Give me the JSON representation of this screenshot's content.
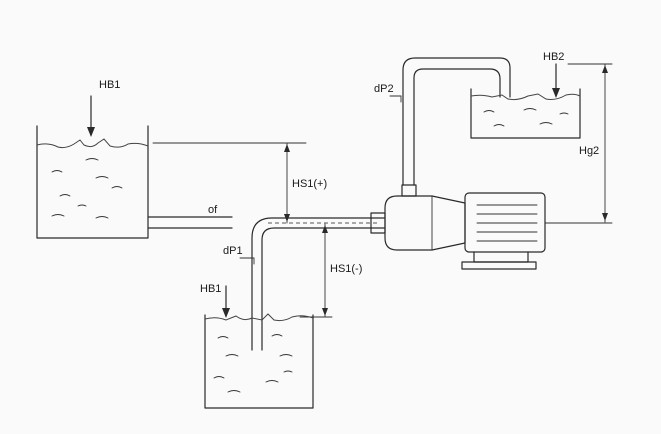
{
  "labels": {
    "hb1_upper": "HB1",
    "hb1_lower": "HB1",
    "hb2": "HB2",
    "dp1": "dP1",
    "dp2": "dP2",
    "of": "of",
    "hs1_pos": "HS1(+)",
    "hs1_neg": "HS1(-)",
    "hg2": "Hg2"
  }
}
